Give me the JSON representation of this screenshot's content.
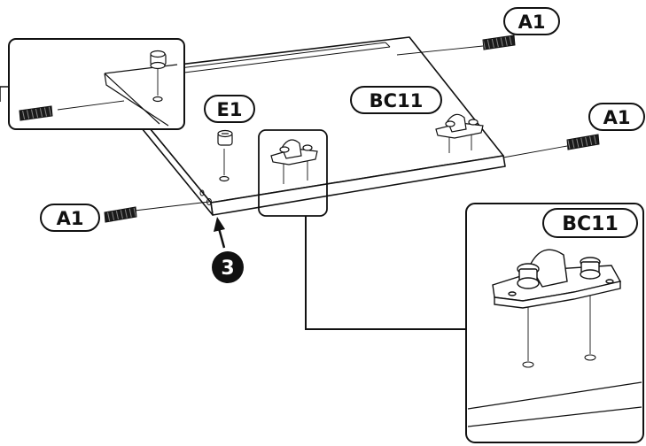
{
  "labels": {
    "a1_top_right": "A1",
    "a1_right": "A1",
    "a1_left": "A1",
    "e1": "E1",
    "bc11_board": "BC11",
    "bc11_detail": "BC11"
  },
  "step_number": "3",
  "colors": {
    "line": "#111111",
    "fill": "#ffffff",
    "dowel": "#1a1a1a",
    "step_badge": "#111111"
  },
  "icons": {
    "dowel": "wooden-dowel-icon",
    "cam_lock": "cam-lock-icon",
    "hinge_plate": "hinge-plate-icon"
  }
}
